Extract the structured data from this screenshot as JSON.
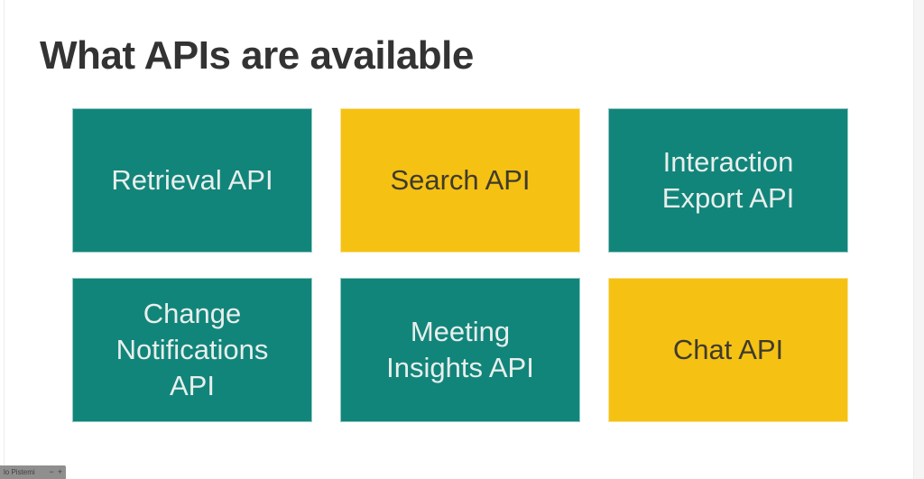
{
  "slide": {
    "title": "What APIs are available"
  },
  "cards": [
    {
      "label": "Retrieval API",
      "color": "teal"
    },
    {
      "label": "Search API",
      "color": "yellow"
    },
    {
      "label": "Interaction\nExport API",
      "color": "teal"
    },
    {
      "label": "Change\nNotifications\nAPI",
      "color": "teal"
    },
    {
      "label": "Meeting\nInsights API",
      "color": "teal"
    },
    {
      "label": "Chat API",
      "color": "yellow"
    }
  ],
  "overlay": {
    "label": "lo Pistemi",
    "minus_label": "−",
    "plus_label": "+"
  },
  "colors": {
    "slide_bg": "#ffffff",
    "title_text": "#333333",
    "teal": "#12857B",
    "teal_text": "#E8EFEC",
    "yellow": "#F5C113",
    "yellow_text": "#3E3B2D",
    "overlay_bg": "#8f8f8f",
    "overlay_text": "#3f3f3f"
  }
}
